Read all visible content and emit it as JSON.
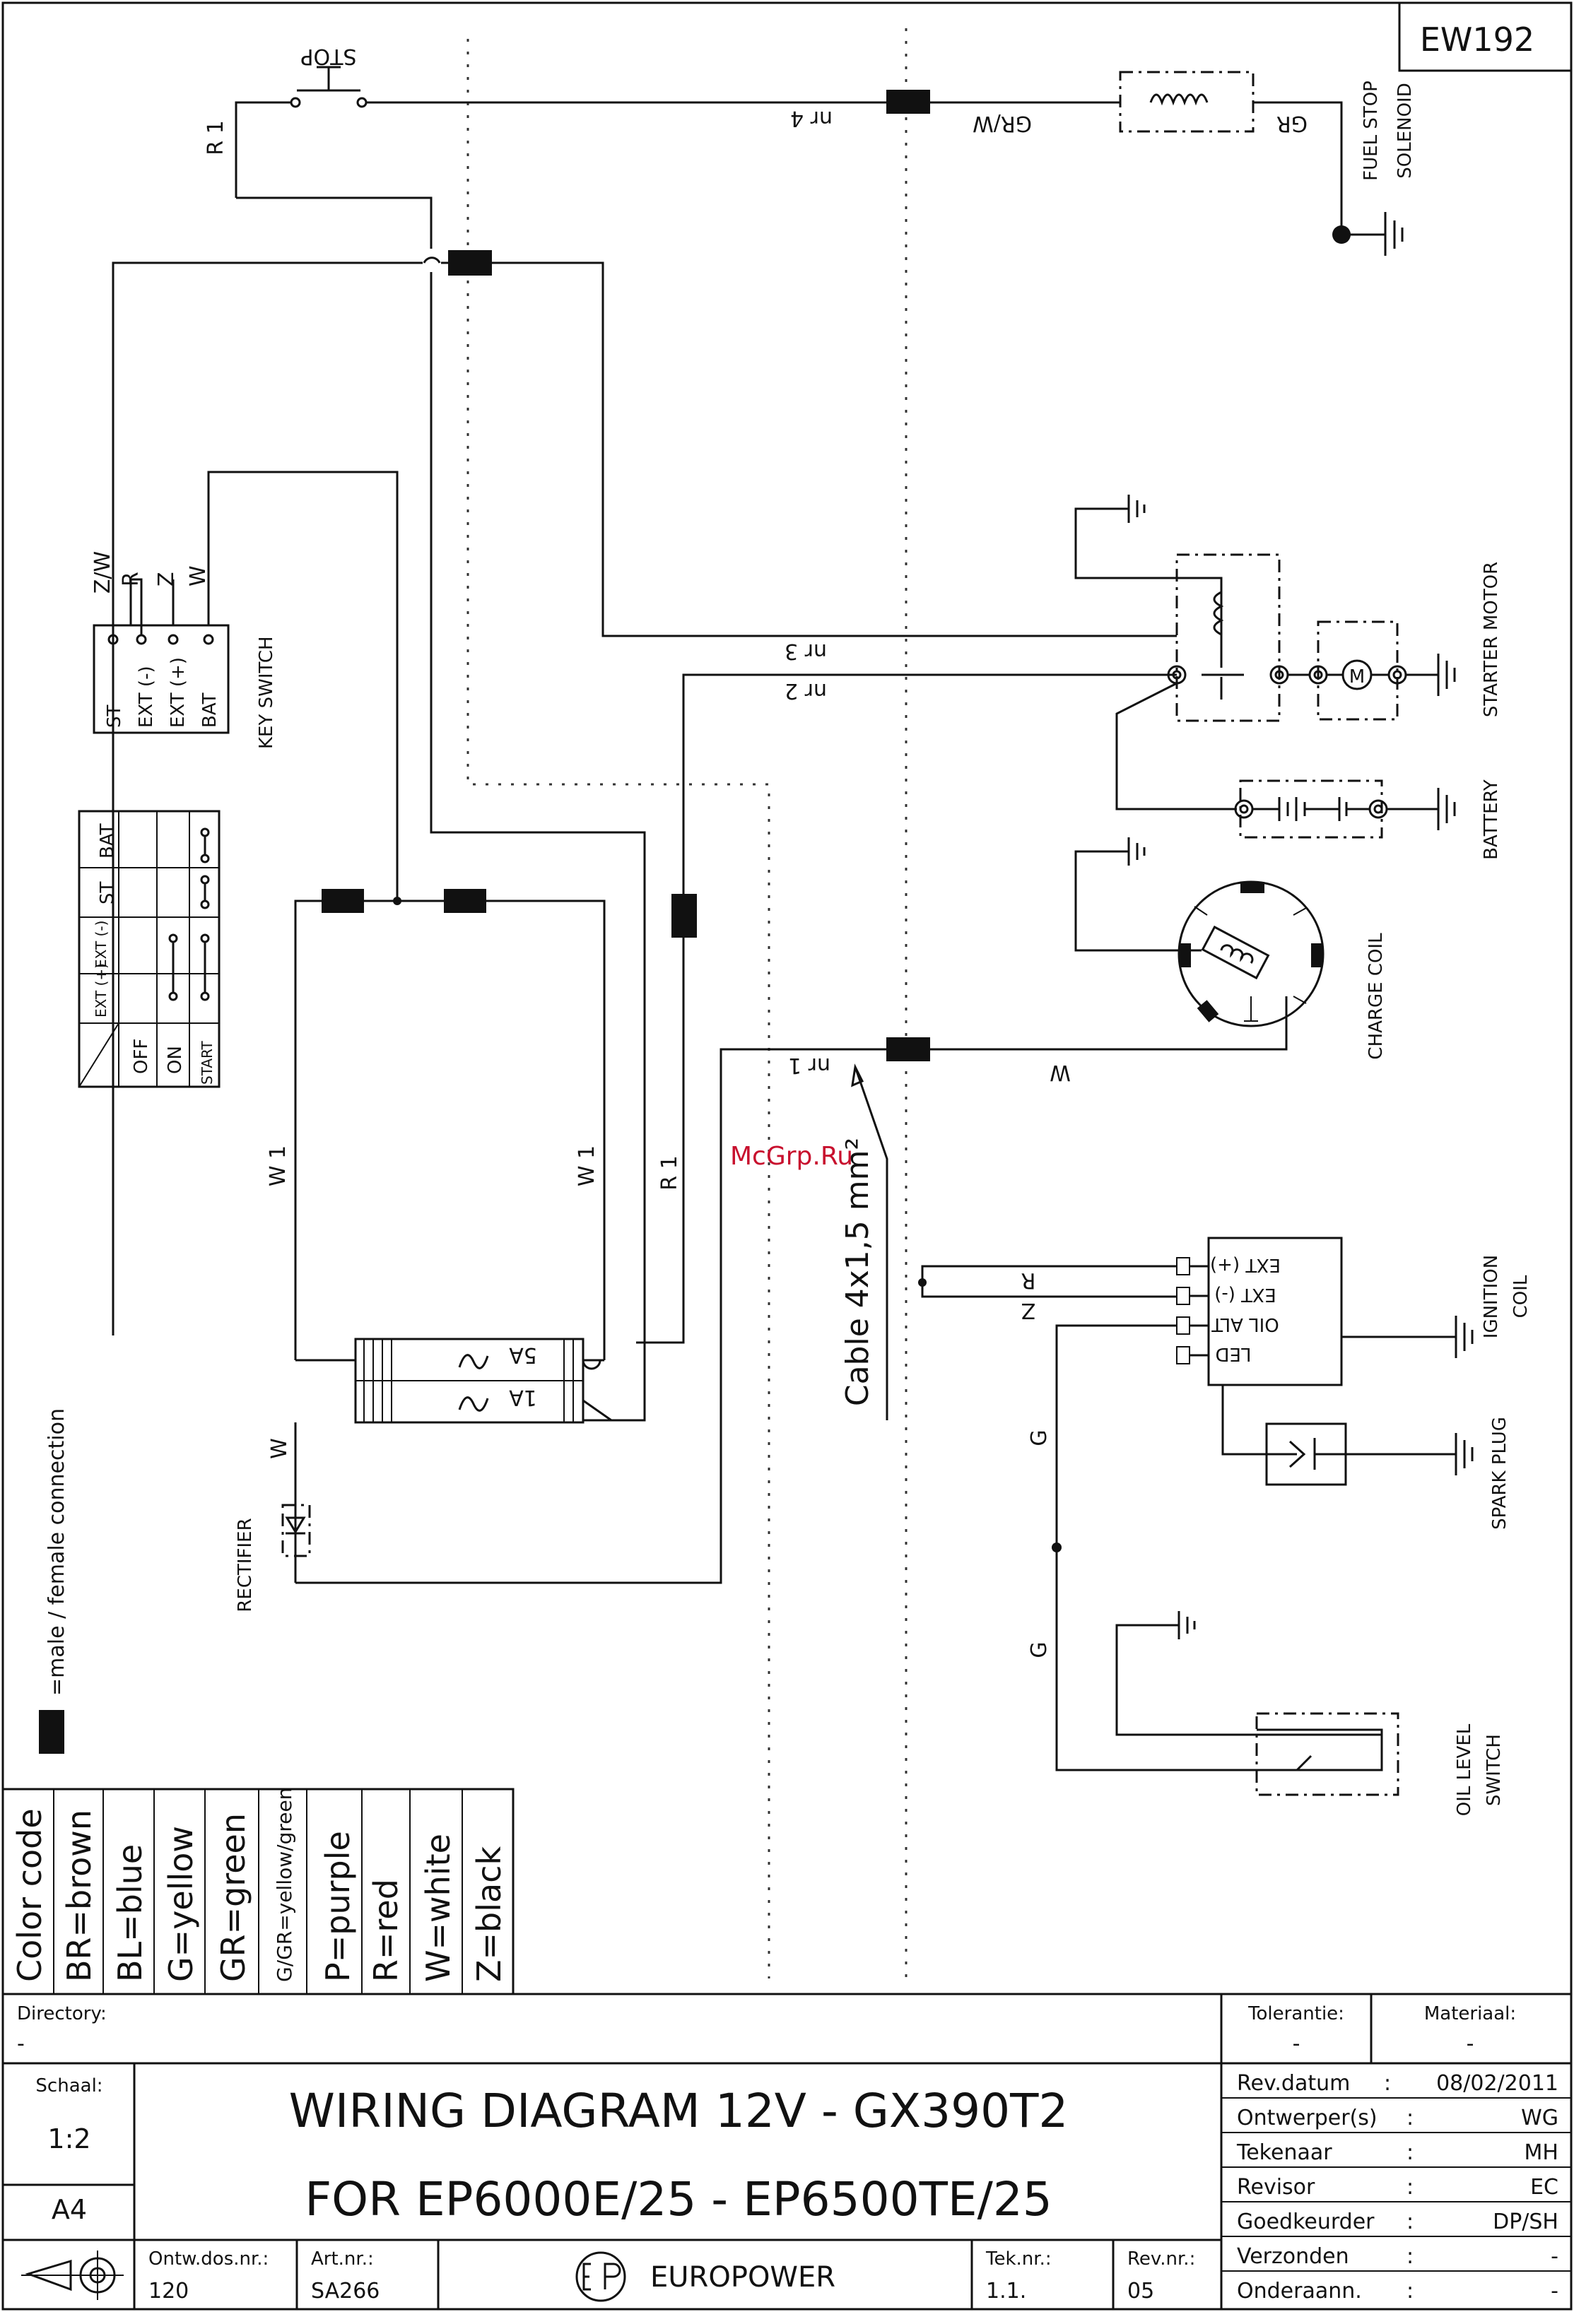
{
  "drawing_code": "EW192",
  "colors": {
    "ink": "#111111",
    "paper": "#ffffff"
  },
  "labels": {
    "stop": "STOP",
    "r1": "R 1",
    "w1": "W 1",
    "nr1": "nr 1",
    "nr2": "nr 2",
    "nr3": "nr 3",
    "nr4": "nr 4",
    "grw": "GR/W",
    "gr": "GR",
    "w": "W",
    "g": "G",
    "r": "R",
    "z": "Z",
    "zw": "Z/W",
    "fuse5": "5A",
    "fuse1": "1A",
    "cable": "Cable 4x1,5 mm²",
    "watermark": "McGrp.Ru"
  },
  "components": {
    "fuel_stop_1": "FUEL STOP",
    "fuel_stop_2": "SOLENOID",
    "starter_motor": "STARTER MOTOR",
    "battery": "BATTERY",
    "charge_coil": "CHARGE COIL",
    "ignition_1": "IGNITION",
    "ignition_2": "COIL",
    "spark_plug": "SPARK PLUG",
    "oil_1": "OIL LEVEL",
    "oil_2": "SWITCH",
    "key_switch": "KEY SWITCH",
    "rectifier": "RECTIFIER",
    "motor_symbol": "M"
  },
  "key_switch_terminals": [
    "ST",
    "EXT (-)",
    "EXT (+)",
    "BAT"
  ],
  "switch_table": {
    "rows": [
      "BAT",
      "ST",
      "EXT (-)",
      "EXT (+)"
    ],
    "positions": [
      "OFF",
      "ON",
      "START"
    ]
  },
  "ignition_terminals": [
    "EXT (+)",
    "EXT (-)",
    "OIL ALT",
    "LED"
  ],
  "legend_connection": "=male / female connection",
  "color_code": {
    "title": "Color code",
    "entries": [
      "BR=brown",
      "BL=blue",
      "G=yellow",
      "GR=green",
      "G/GR=yellow/green",
      "P=purple",
      "R=red",
      "W=white",
      "Z=black"
    ]
  },
  "title_block": {
    "directory_label": "Directory:",
    "directory_value": "-",
    "tolerance_label": "Tolerantie:",
    "tolerance_value": "-",
    "material_label": "Materiaal:",
    "material_value": "-",
    "scale_label": "Schaal:",
    "scale_value": "1:2",
    "paper_size": "A4",
    "title_line1": "WIRING DIAGRAM 12V  -  GX390T2",
    "title_line2": "FOR EP6000E/25 - EP6500TE/25",
    "ontw_label": "Ontw.dos.nr.:",
    "ontw_value": "120",
    "art_label": "Art.nr.:",
    "art_value": "SA266",
    "company": "EUROPOWER",
    "tek_label": "Tek.nr.:",
    "tek_value": "1.1.",
    "rev_label": "Rev.nr.:",
    "rev_value": "05",
    "rev_rows": [
      {
        "key": "Rev.datum",
        "sep": ":",
        "value": "08/02/2011"
      },
      {
        "key": "Ontwerper(s)",
        "sep": ":",
        "value": "WG"
      },
      {
        "key": "Tekenaar",
        "sep": ":",
        "value": "MH"
      },
      {
        "key": "Revisor",
        "sep": ":",
        "value": "EC"
      },
      {
        "key": "Goedkeurder",
        "sep": ":",
        "value": "DP/SH"
      },
      {
        "key": "Verzonden",
        "sep": ":",
        "value": "-"
      },
      {
        "key": "Onderaann.",
        "sep": ":",
        "value": "-"
      }
    ]
  }
}
